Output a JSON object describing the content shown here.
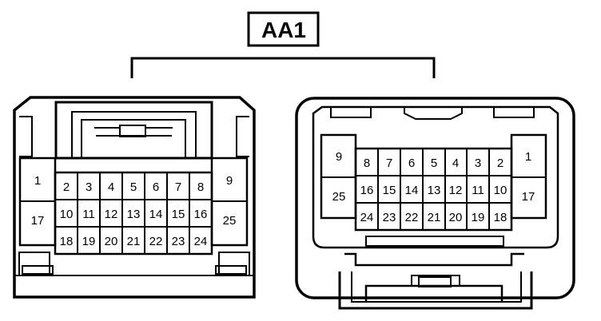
{
  "title": "AA1",
  "left_connector": {
    "pins": [
      "1",
      "2",
      "3",
      "4",
      "5",
      "6",
      "7",
      "8",
      "9",
      "10",
      "11",
      "12",
      "13",
      "14",
      "15",
      "16",
      "17",
      "18",
      "19",
      "20",
      "21",
      "22",
      "23",
      "24",
      "25"
    ]
  },
  "right_connector": {
    "pins": [
      "1",
      "2",
      "3",
      "4",
      "5",
      "6",
      "7",
      "8",
      "9",
      "10",
      "11",
      "12",
      "13",
      "14",
      "15",
      "16",
      "17",
      "18",
      "19",
      "20",
      "21",
      "22",
      "23",
      "24",
      "25"
    ]
  }
}
